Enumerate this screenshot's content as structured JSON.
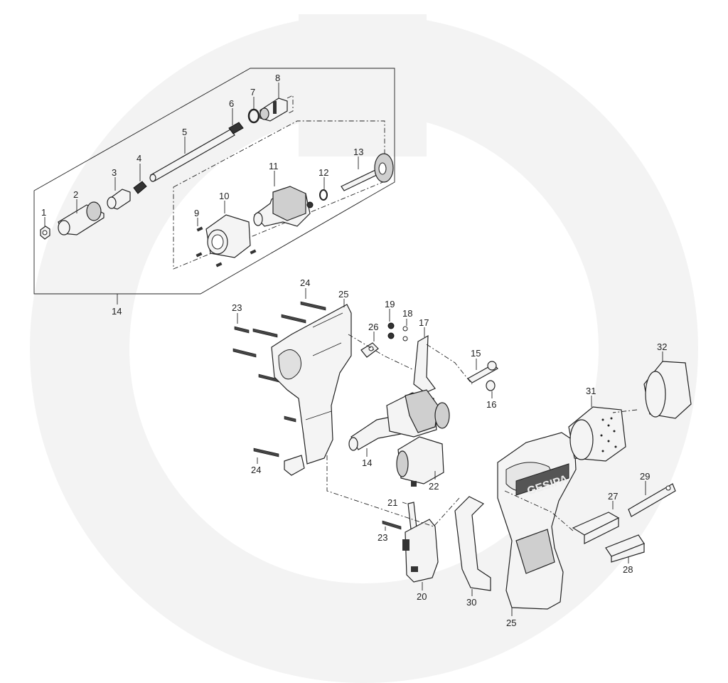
{
  "diagram": {
    "labels": {
      "p1": "1",
      "p2": "2",
      "p3": "3",
      "p4": "4",
      "p5": "5",
      "p6": "6",
      "p7": "7",
      "p8": "8",
      "p9": "9",
      "p10": "10",
      "p11": "11",
      "p12": "12",
      "p13": "13",
      "p14a": "14",
      "p14b": "14",
      "p15": "15",
      "p16": "16",
      "p17": "17",
      "p18": "18",
      "p19": "19",
      "p20": "20",
      "p21": "21",
      "p22": "22",
      "p23a": "23",
      "p23b": "23",
      "p24a": "24",
      "p24b": "24",
      "p25a": "25",
      "p25b": "25",
      "p26": "26",
      "p27": "27",
      "p28": "28",
      "p29": "29",
      "p30": "30",
      "p31": "31",
      "p32": "32"
    },
    "brand_text": "GESIPA"
  }
}
